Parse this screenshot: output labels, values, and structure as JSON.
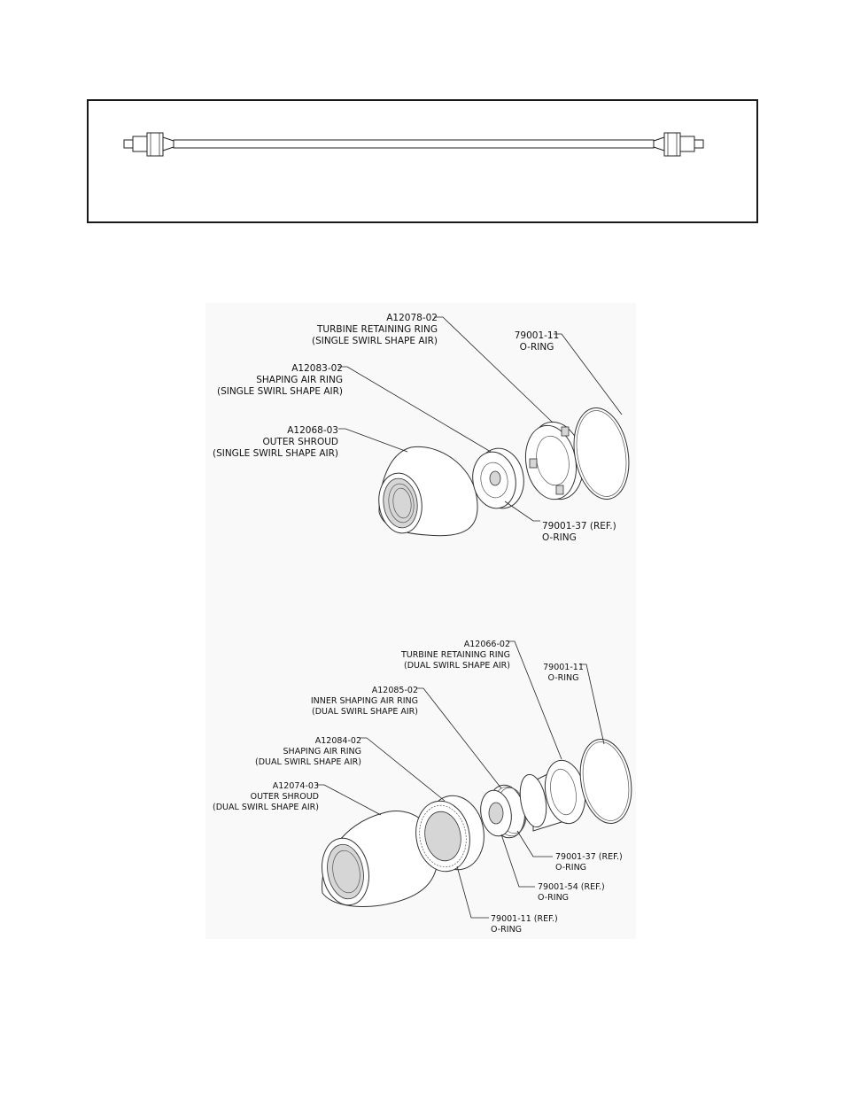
{
  "colors": {
    "line": "#222222",
    "figure_background": "#f9f9f9",
    "frame_border": "#1a1a1a"
  },
  "hose_box": {
    "icon": "fiber-optic-cable-icon"
  },
  "single_swirl": {
    "callouts": [
      {
        "part": "A12078-02",
        "desc": "TURBINE RETAINING RING",
        "note": "(SINGLE SWIRL SHAPE AIR)"
      },
      {
        "part": "79001-11",
        "desc": "O-RING",
        "note": ""
      },
      {
        "part": "A12083-02",
        "desc": "SHAPING AIR RING",
        "note": "(SINGLE SWIRL SHAPE AIR)"
      },
      {
        "part": "A12068-03",
        "desc": "OUTER SHROUD",
        "note": "(SINGLE SWIRL SHAPE AIR)"
      },
      {
        "part": "79001-37 (REF.)",
        "desc": "O-RING",
        "note": ""
      }
    ]
  },
  "dual_swirl": {
    "callouts": [
      {
        "part": "A12066-02",
        "desc": "TURBINE RETAINING RING",
        "note": "(DUAL SWIRL SHAPE AIR)"
      },
      {
        "part": "79001-11",
        "desc": "O-RING",
        "note": ""
      },
      {
        "part": "A12085-02",
        "desc": "INNER SHAPING AIR RING",
        "note": "(DUAL SWIRL SHAPE AIR)"
      },
      {
        "part": "A12084-02",
        "desc": "SHAPING AIR RING",
        "note": "(DUAL SWIRL SHAPE AIR)"
      },
      {
        "part": "A12074-03",
        "desc": "OUTER SHROUD",
        "note": "(DUAL SWIRL SHAPE AIR)"
      },
      {
        "part": "79001-37 (REF.)",
        "desc": "O-RING",
        "note": ""
      },
      {
        "part": "79001-54 (REF.)",
        "desc": "O-RING",
        "note": ""
      },
      {
        "part": "79001-11 (REF.)",
        "desc": "O-RING",
        "note": ""
      }
    ]
  }
}
